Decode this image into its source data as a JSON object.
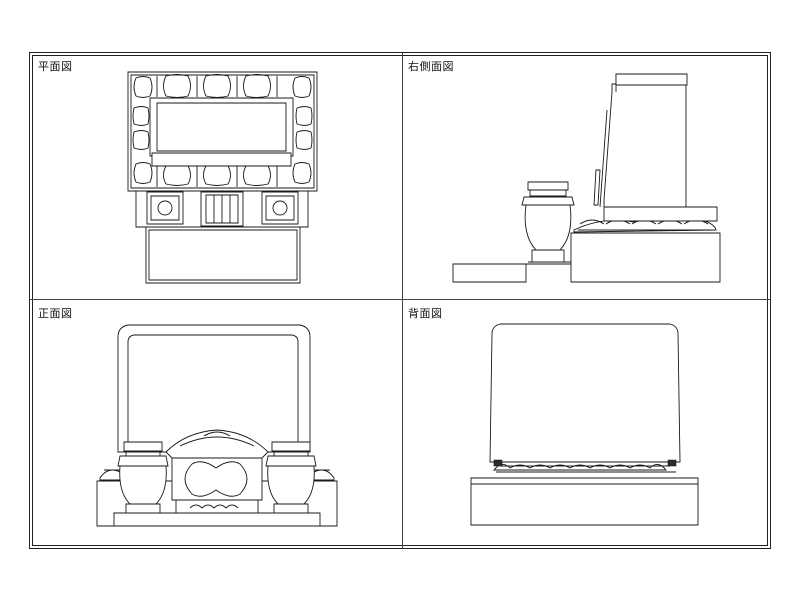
{
  "drawing": {
    "panels": [
      {
        "id": "plan",
        "label": "平面図"
      },
      {
        "id": "right-side",
        "label": "右側面図"
      },
      {
        "id": "front",
        "label": "正面図"
      },
      {
        "id": "back",
        "label": "背面図"
      }
    ]
  }
}
